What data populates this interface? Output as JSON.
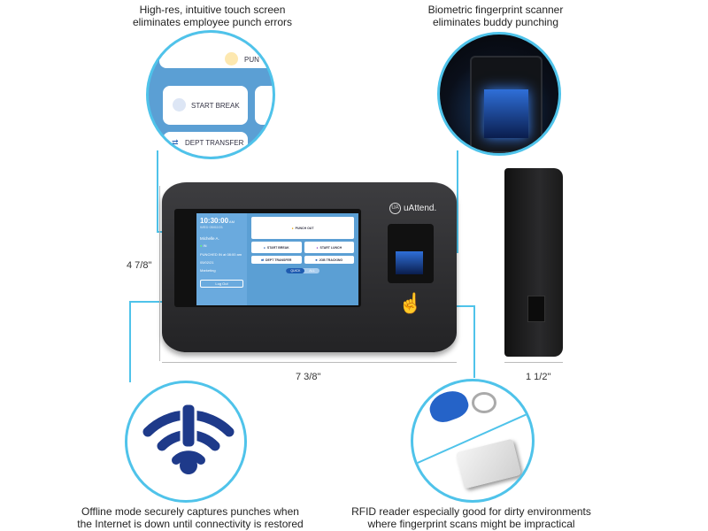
{
  "captions": {
    "touch": "High-res, intuitive touch screen\neliminates employee punch errors",
    "fingerprint": "Biometric fingerprint scanner\neliminates buddy punching",
    "offline": "Offline mode securely captures punches when\nthe Internet is down until connectivity is restored",
    "rfid": "RFID reader especially good for dirty environments\nwhere fingerprint scans might be impractical"
  },
  "dimensions": {
    "height": "4 7/8\"",
    "width": "7 3/8\"",
    "depth": "1 1/2\""
  },
  "brand": "uAttend.",
  "screen": {
    "time": "10:30:00",
    "ampm": "AM",
    "date": "WED 05/02/21",
    "user": "Michelle A.",
    "status": "IN",
    "punched": "PUNCHED IN at 08:00 am",
    "punch_date": "05/02/21",
    "department": "Marketing",
    "logout": "Log Out",
    "buttons": {
      "punch_out": "PUNCH OUT",
      "start_break": "START BREAK",
      "start_lunch": "START LUNCH",
      "dept_transfer": "DEPT TRANSFER",
      "job_tracking": "JOB TRACKING"
    },
    "toggle": {
      "quick": "QUICK",
      "all": "ALL"
    }
  },
  "zoom_inset": {
    "punch": "PUN",
    "start_break": "START BREAK",
    "dept_transfer": "DEPT TRANSFER"
  },
  "colors": {
    "accent": "#4fc3ea",
    "wifi_icon": "#1e3a8a",
    "screen_bg": "#5b9fd4"
  }
}
